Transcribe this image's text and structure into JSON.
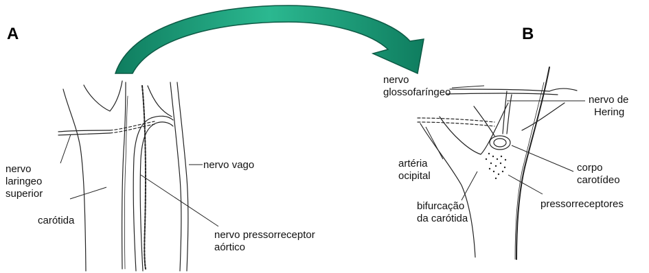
{
  "panels": {
    "a": {
      "letter": "A"
    },
    "b": {
      "letter": "B"
    }
  },
  "labels_a": {
    "nervo_laringeo_superior": [
      "nervo",
      "laringeo",
      "superior"
    ],
    "carotida": "carótida",
    "nervo_vago": "nervo vago",
    "nervo_pressorreceptor_aortico": [
      "nervo pressorreceptor",
      "aórtico"
    ]
  },
  "labels_b": {
    "nervo_glossofaringeo": [
      "nervo",
      "glossofaríngeo"
    ],
    "nervo_de_hering": [
      "nervo de",
      "Hering"
    ],
    "arteria_occipital": [
      "artéria",
      "ocipital"
    ],
    "corpo_carotideo": [
      "corpo",
      "carotídeo"
    ],
    "bifurcacao_da_carotida": [
      "bifurcação",
      "da carótida"
    ],
    "pressorreceptores": "pressorreceptores"
  },
  "colors": {
    "arrow_fill": "#1a9a78",
    "arrow_stroke": "#0d5a45",
    "line": "#222222"
  }
}
